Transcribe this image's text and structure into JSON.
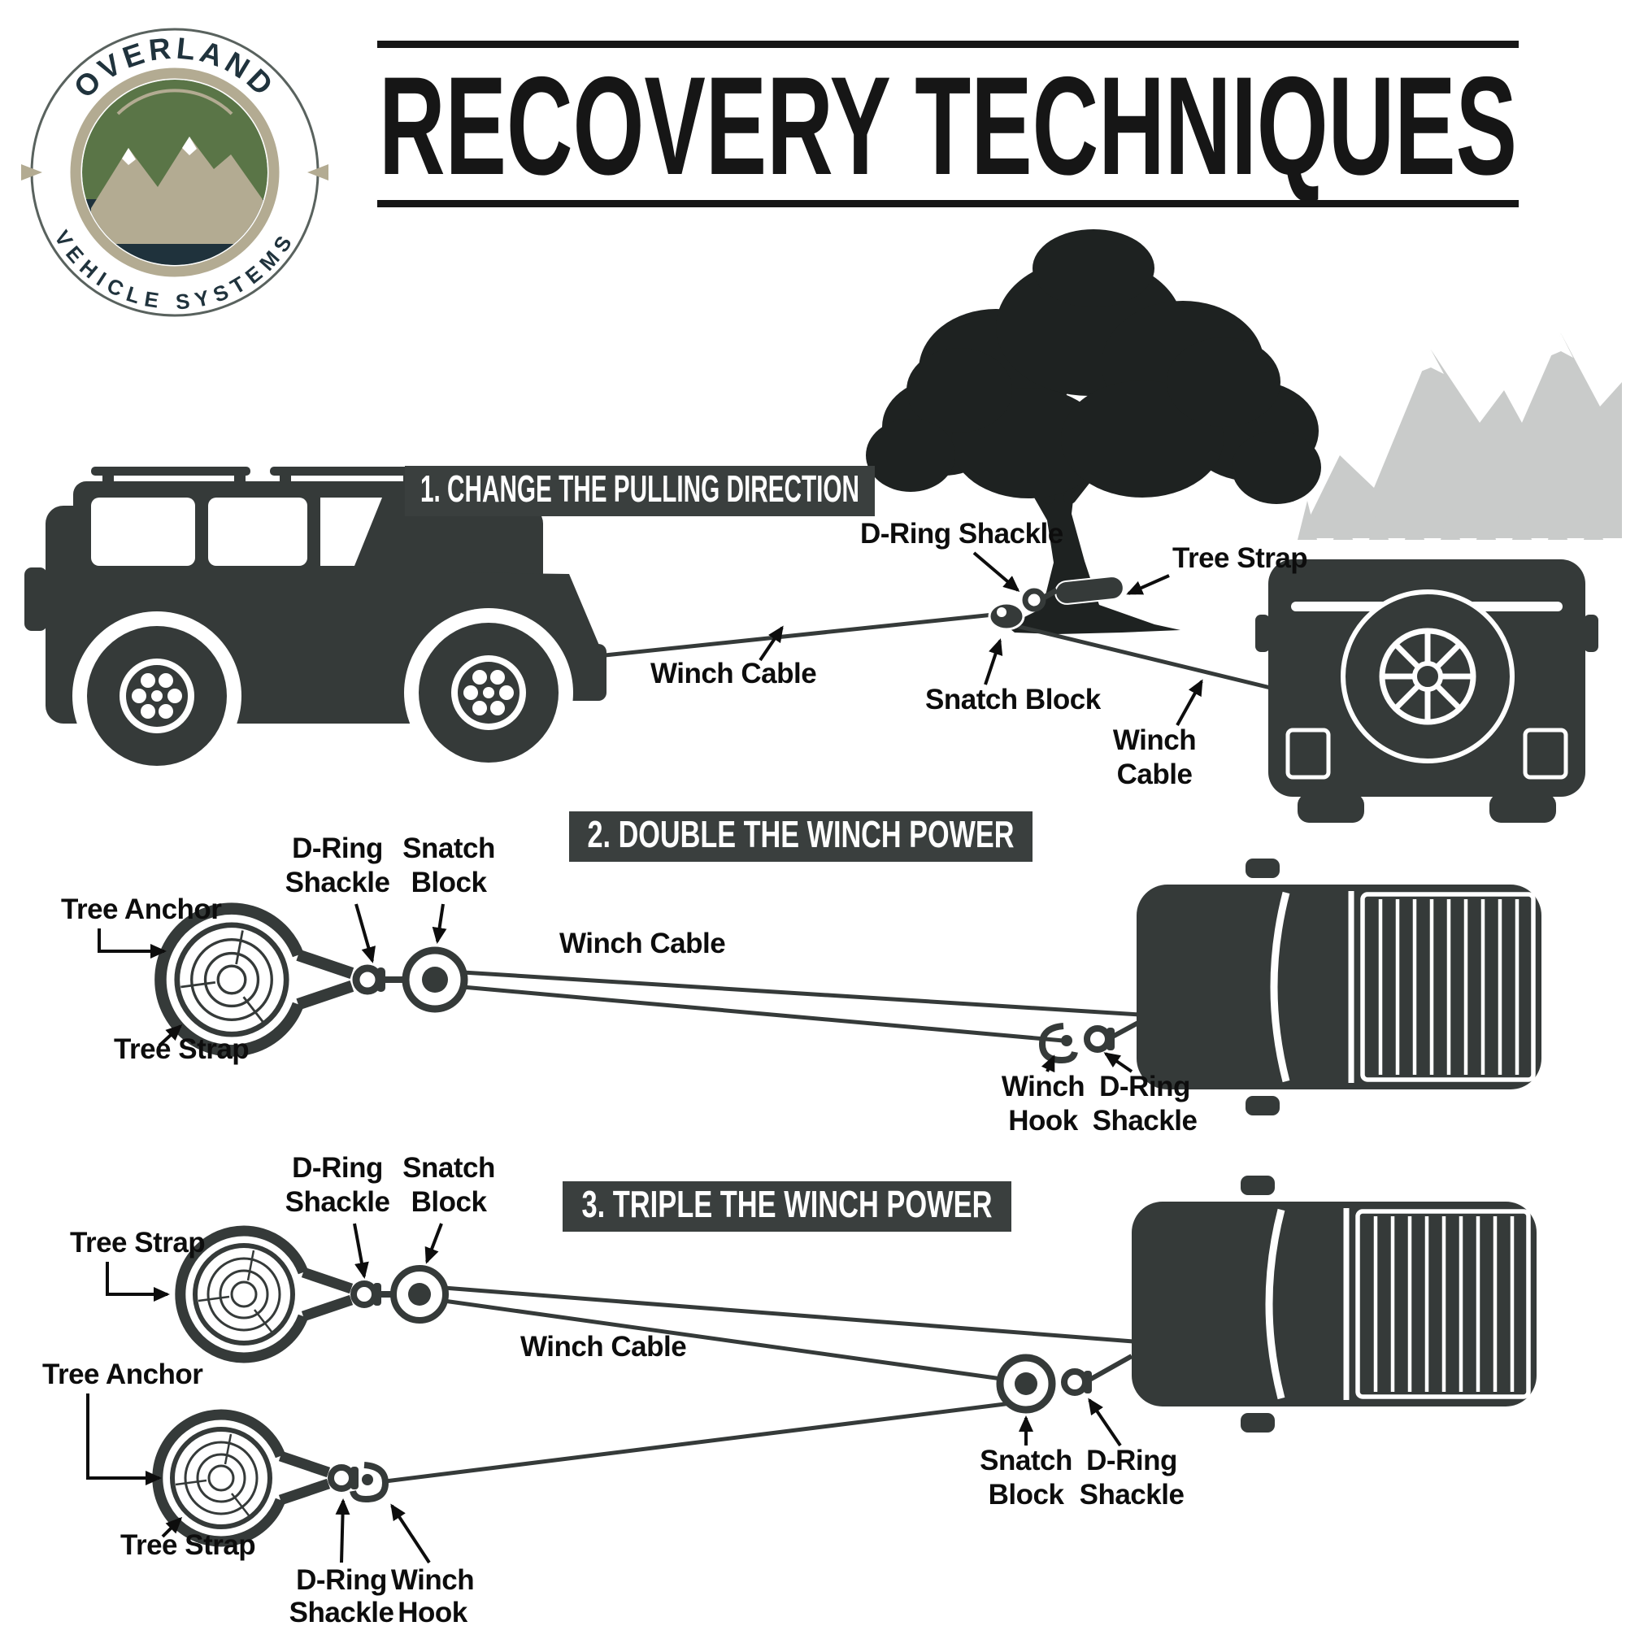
{
  "brand": {
    "arc_top": "OVERLAND",
    "arc_bottom": "VEHICLE SYSTEMS"
  },
  "title": "RECOVERY TECHNIQUES",
  "section1": {
    "heading": "1. CHANGE THE PULLING DIRECTION",
    "labels": {
      "d_ring_shackle": "D-Ring Shackle",
      "tree_strap": "Tree Strap",
      "winch_cable_left": "Winch Cable",
      "snatch_block": "Snatch Block",
      "winch_cable_right": [
        "Winch",
        "Cable"
      ]
    }
  },
  "section2": {
    "heading": "2. DOUBLE THE WINCH POWER",
    "labels": {
      "d_ring_shackle": [
        "D-Ring",
        "Shackle"
      ],
      "snatch_block": [
        "Snatch",
        "Block"
      ],
      "tree_anchor": "Tree Anchor",
      "tree_strap": "Tree Strap",
      "winch_cable": "Winch Cable",
      "winch_hook": [
        "Winch",
        "Hook"
      ],
      "d_ring_shackle_truck": [
        "D-Ring",
        "Shackle"
      ]
    }
  },
  "section3": {
    "heading": "3. TRIPLE THE WINCH POWER",
    "labels": {
      "d_ring_shackle_top": [
        "D-Ring",
        "Shackle"
      ],
      "snatch_block_top": [
        "Snatch",
        "Block"
      ],
      "tree_strap_top": "Tree Strap",
      "winch_cable": "Winch Cable",
      "tree_anchor": "Tree Anchor",
      "snatch_block_truck": [
        "Snatch",
        "Block"
      ],
      "d_ring_shackle_truck": [
        "D-Ring",
        "Shackle"
      ],
      "tree_strap_bottom": "Tree Strap",
      "d_ring_shackle_bottom": [
        "D-Ring",
        "Shackle"
      ],
      "winch_hook_bottom": [
        "Winch",
        "Hook"
      ]
    }
  },
  "colors": {
    "ink": "#353a39",
    "banner_bg": "#3a3f3e",
    "banner_text": "#ffffff",
    "mountain_gray": "#c9cbca",
    "logo_green": "#5a7547",
    "logo_navy": "#1f323c",
    "logo_tan": "#b3ab92"
  }
}
